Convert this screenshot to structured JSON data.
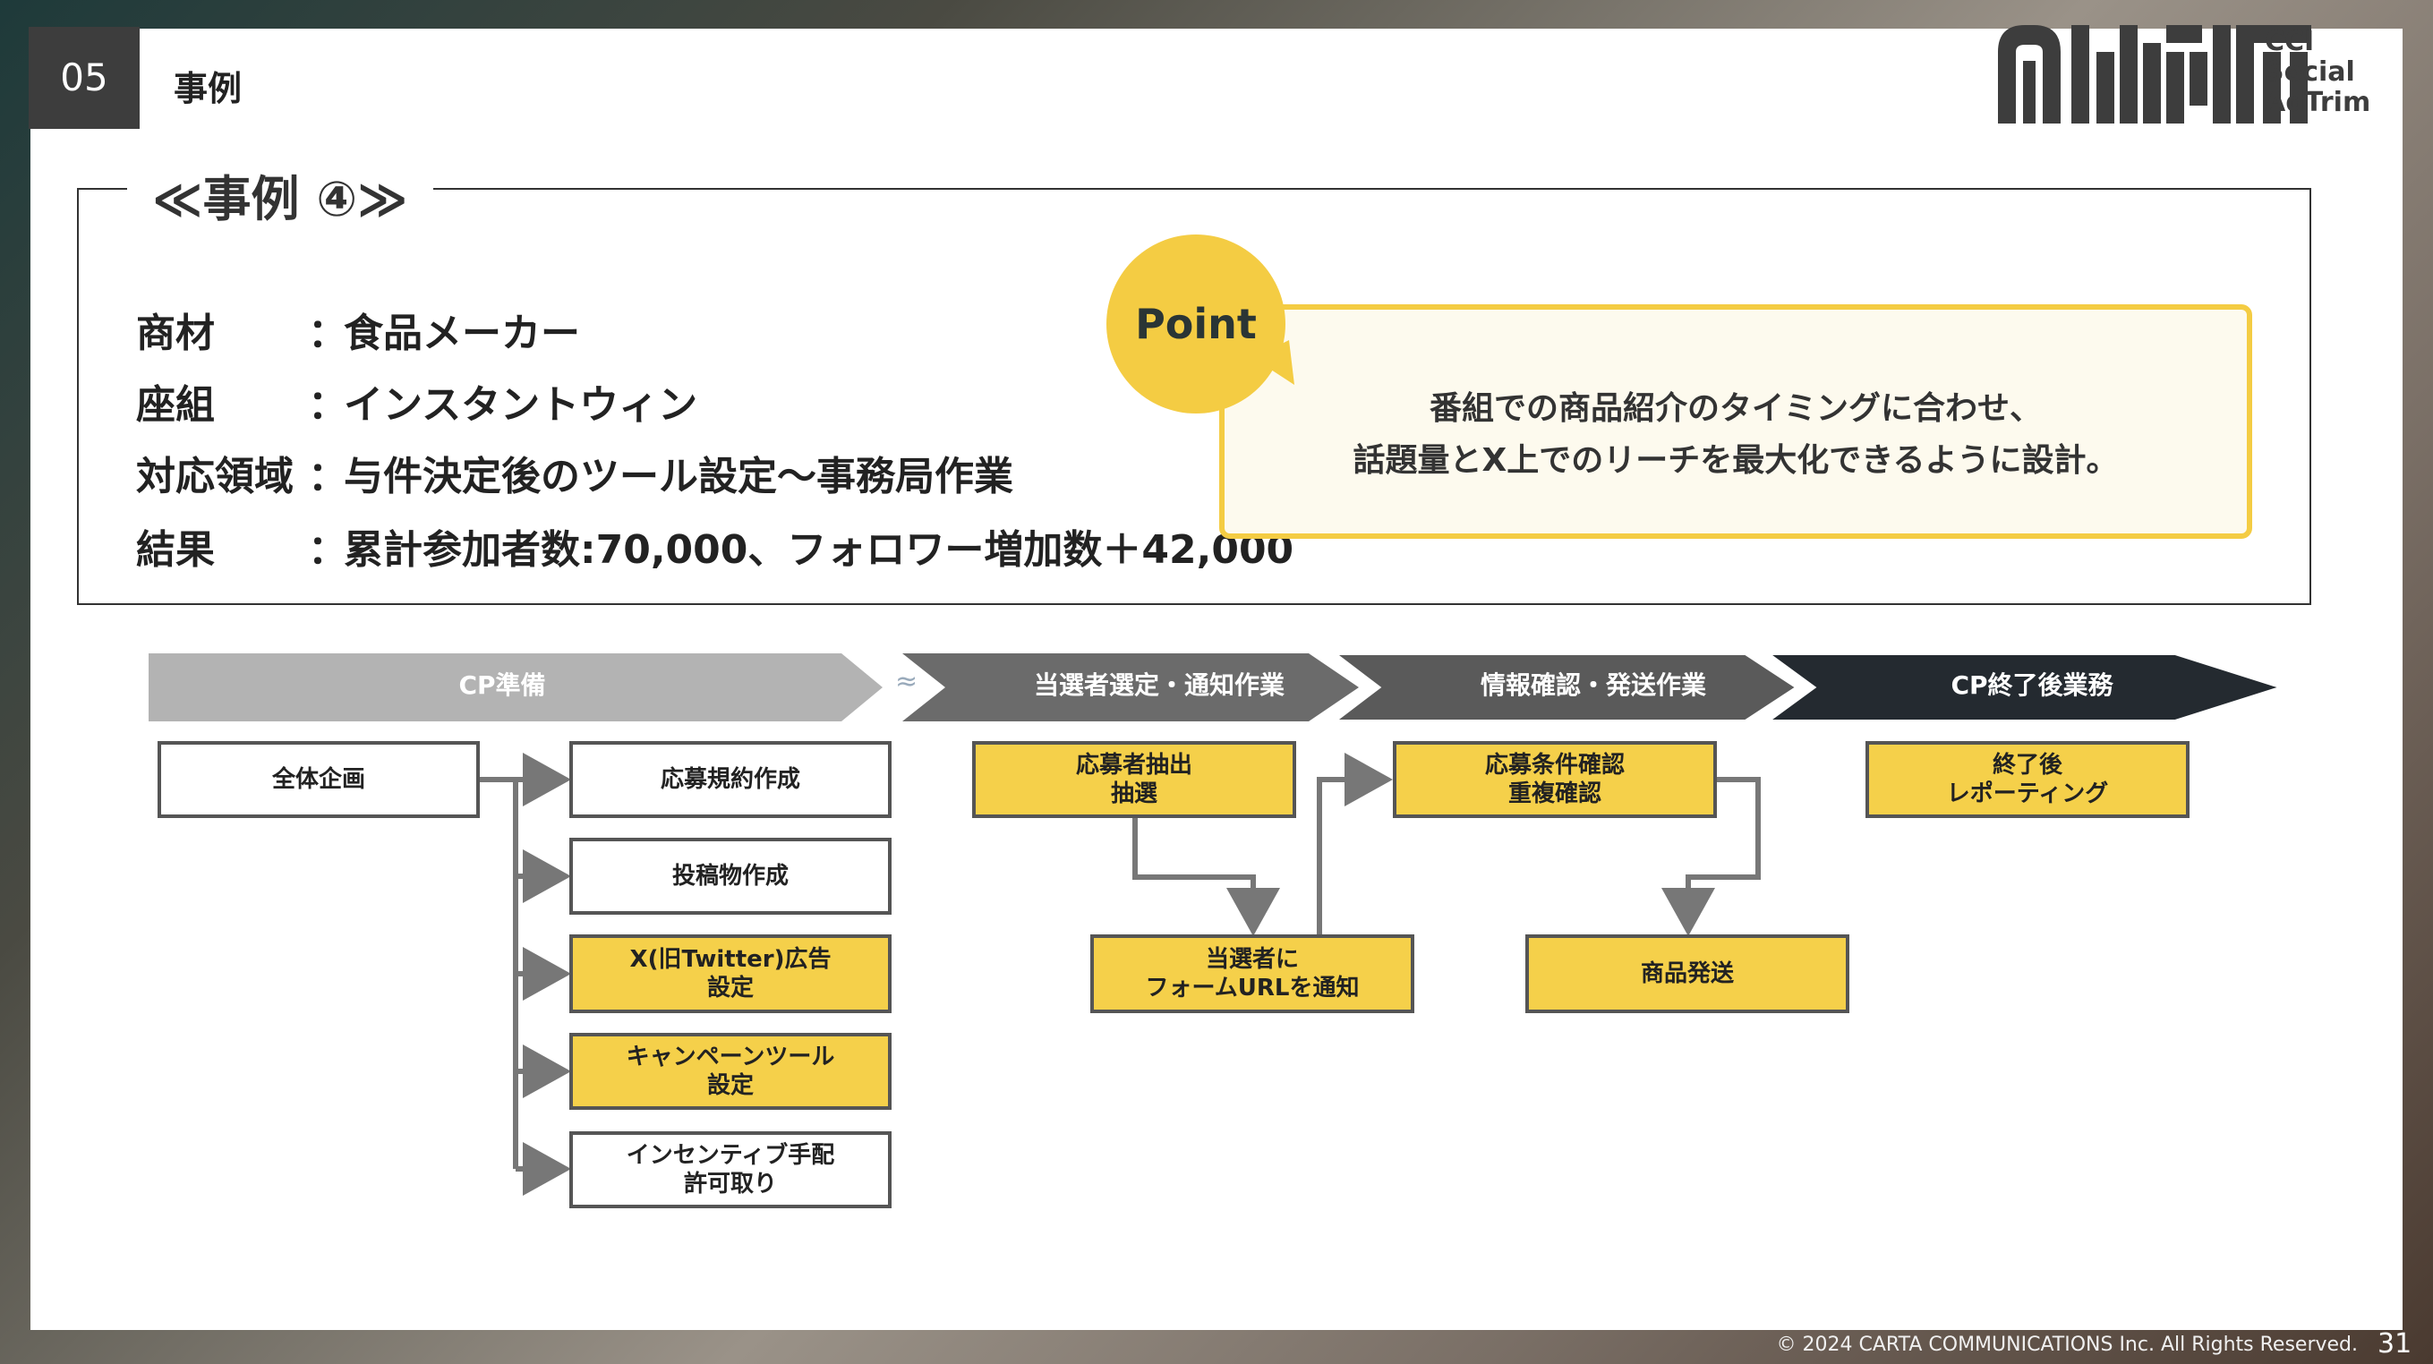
{
  "header": {
    "section_number": "05",
    "section_title": "事例"
  },
  "logo": {
    "line1": "CCI",
    "line2": "Social",
    "line3": "AdTrim"
  },
  "case": {
    "title": "≪事例 ④≫",
    "rows": [
      {
        "label": "商材",
        "colon": "：",
        "value": "食品メーカー"
      },
      {
        "label": "座組",
        "colon": "：",
        "value": "インスタントウィン"
      },
      {
        "label": "対応領域",
        "colon": "：",
        "value": "与件決定後のツール設定～事務局作業"
      },
      {
        "label": "結果",
        "colon": "：",
        "value": "累計参加者数:70,000、フォロワー増加数＋42,000"
      }
    ]
  },
  "point": {
    "badge": "Point",
    "line1": "番組での商品紹介のタイミングに合わせ、",
    "line2": "話題量とX上でのリーチを最大化できるように設計。"
  },
  "phases": [
    "CP準備",
    "当選者選定・通知作業",
    "情報確認・発送作業",
    "CP終了後業務"
  ],
  "phase_separator": "≈",
  "boxes": {
    "plan": "全体企画",
    "rules": "応募規約作成",
    "posts": "投稿物作成",
    "x_ads": "X(旧Twitter)広告\n設定",
    "campaign_tool": "キャンペーンツール\n設定",
    "incentive": "インセンティブ手配\n許可取り",
    "extract": "応募者抽出\n抽選",
    "notify": "当選者に\nフォームURLを通知",
    "verify": "応募条件確認\n重複確認",
    "ship": "商品発送",
    "report": "終了後\nレポーティング"
  },
  "footer": {
    "copyright": "© 2024 CARTA COMMUNICATIONS Inc.  All Rights Reserved.",
    "page": "31"
  },
  "colors": {
    "accent_yellow": "#f5d04a",
    "dark": "#3d3d3d",
    "phase1": "#b3b3b3",
    "phase2": "#6b6b6b",
    "phase3": "#5a5a5a",
    "phase4": "#242a30"
  }
}
